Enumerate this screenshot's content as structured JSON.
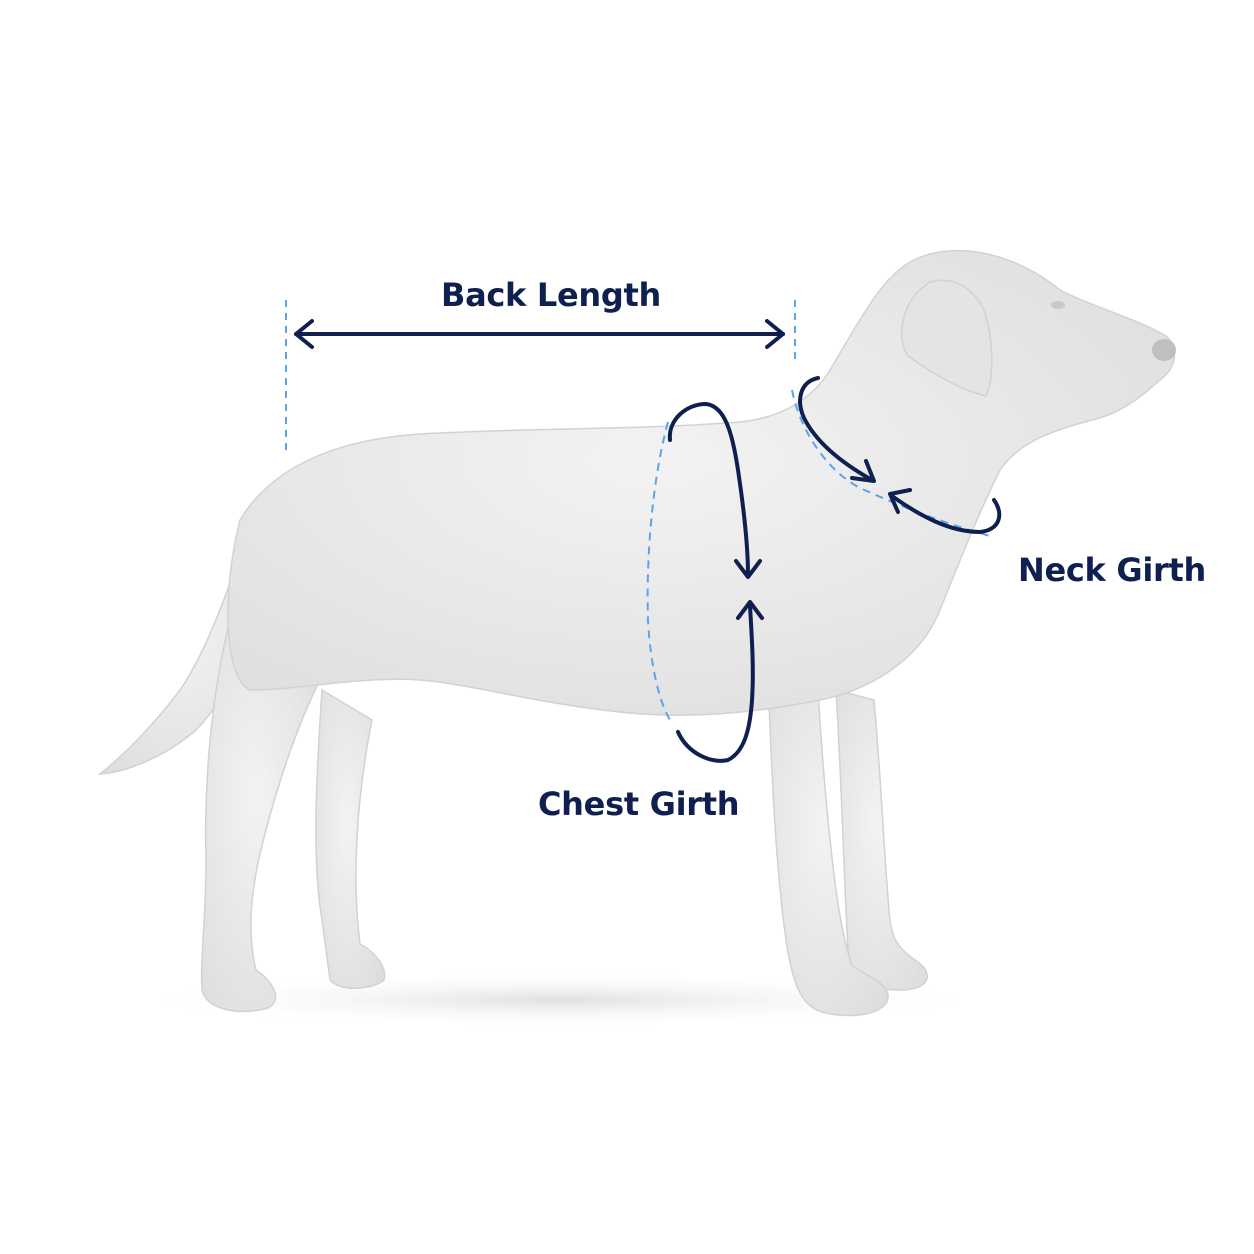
{
  "colors": {
    "background": "#ffffff",
    "arrow": "#0f1f4f",
    "guide": "#5ba4ea",
    "text": "#0f1f4f",
    "dog_fill": "#ededed",
    "dog_shade": "#d9d9d9"
  },
  "labels": {
    "back_length": "Back Length",
    "neck_girth": "Neck Girth",
    "chest_girth": "Chest Girth"
  },
  "icons": {
    "dog": "dog-silhouette-icon"
  }
}
